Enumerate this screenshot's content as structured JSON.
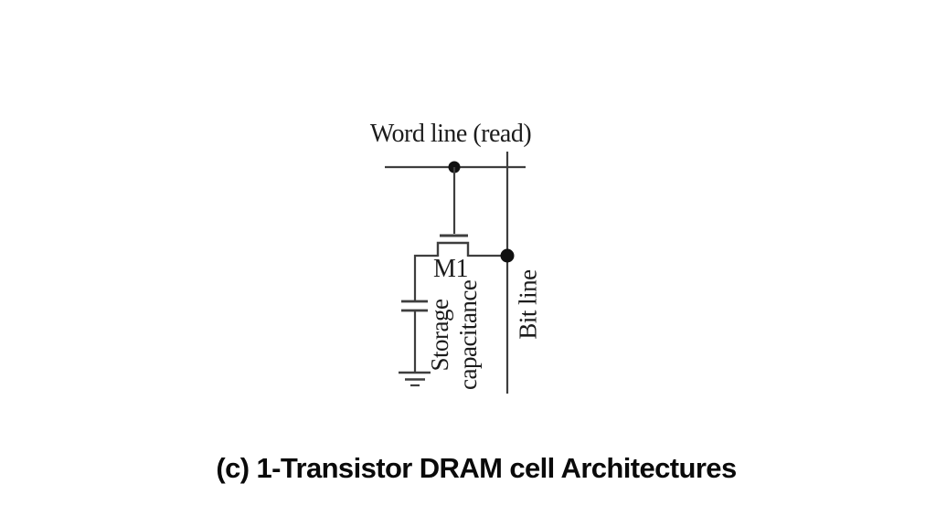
{
  "figure": {
    "type": "circuit-diagram",
    "word_line_label": "Word line (read)",
    "transistor_label": "M1",
    "storage_capacitor_label": {
      "line1": "Storage",
      "line2": "capacitance"
    },
    "bit_line_label": "Bit line",
    "components": "word line, read-access transistor M1, storage capacitance, ground, bit line"
  },
  "caption": {
    "text": "(c) 1-Transistor DRAM cell Architectures"
  },
  "colors": {
    "background": "#ffffff",
    "wire": "#3e3e3e",
    "junction_dot": "#101010",
    "label_text": "#1c1c1c",
    "caption_text": "#0a0a0a"
  }
}
